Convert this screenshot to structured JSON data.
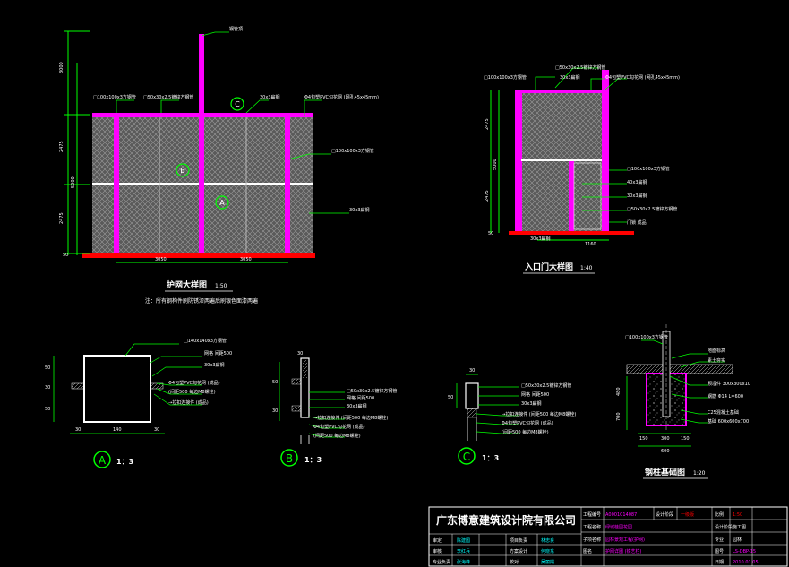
{
  "drawing": {
    "main_fence": {
      "title": "护网大样图",
      "scale": "1:50",
      "note": "注：所有钢构件刷防锈漆两遍后刷银色面漆两遍",
      "dims_left": [
        "3000",
        "2475",
        "5000",
        "2475",
        "50"
      ],
      "dims_bottom": [
        "3050",
        "3050"
      ],
      "labels": [
        "□100x100x3方钢管",
        "□50x30x2.5镀锌方钢管",
        "30x3扁钢",
        "Φ4包塑PVC勾花网 (网孔45x45mm)",
        "□100x100x3方钢管",
        "30x3扁钢",
        "钢管顶"
      ],
      "markers": [
        "C",
        "B",
        "A"
      ]
    },
    "gate": {
      "title": "入口门大样图",
      "scale": "1:40",
      "dims_left": [
        "2475",
        "5000",
        "2475",
        "50"
      ],
      "dim_bottom": "1160",
      "labels": [
        "□50x30x2.5镀锌方钢管",
        "□100x100x3方钢管",
        "30x3扁钢",
        "Φ4包塑PVC勾花网 (网孔45x45mm)",
        "□100x100x3方钢管",
        "40x3扁钢",
        "30x3扁钢",
        "□50x30x2.5镀锌方钢管",
        "门锁 成品",
        "30x3扁钢"
      ]
    },
    "detail_a": {
      "marker": "A",
      "scale": "1：3",
      "dims_bottom": [
        "30",
        "140",
        "30"
      ],
      "dims_left": [
        "50",
        "30",
        "50"
      ],
      "labels": [
        "□140x140x3方钢管",
        "网格 间距500",
        "30x3扁钢",
        "Φ4包塑PVC勾花网 (成品)",
        "(间距500 每边M8螺栓)",
        "→拉扣连接件 (成品)"
      ]
    },
    "detail_b": {
      "marker": "B",
      "scale": "1：3",
      "dims": [
        "30",
        "50",
        "30"
      ],
      "labels": [
        "□50x30x2.5镀锌方钢管",
        "网格 间距500",
        "30x3扁钢",
        "→拉扣连接件 (间距500 每边M8螺栓)",
        "Φ4包塑PVC勾花网 (成品)",
        "(间距500 每边M8螺栓)"
      ]
    },
    "detail_c": {
      "marker": "C",
      "scale": "1：3",
      "dims": [
        "30",
        "50"
      ],
      "labels": [
        "□50x30x2.5镀锌方钢管",
        "网格 间距500",
        "30x3扁钢",
        "→拉扣连接件 (间距500 每边M8螺栓)",
        "Φ4包塑PVC勾花网 (成品)",
        "(间距500 每边M8螺栓)"
      ]
    },
    "foundation": {
      "title": "钢柱基础图",
      "scale": "1:20",
      "dims_left": [
        "480",
        "700"
      ],
      "dims_bottom": [
        "150",
        "300",
        "150",
        "600"
      ],
      "labels": [
        "□100x100x3方钢管",
        "地面标高",
        "素土夯实",
        "预埋件 300x300x10",
        "钢筋 Φ14 L=600",
        "C25混凝土基础",
        "基础 600x600x700"
      ]
    },
    "title_block": {
      "company": "广东博意建筑设计院有限公司",
      "project_no_label": "工程编号",
      "project_no": "A0001014087",
      "stage_label": "设计阶段",
      "stage": "施工图",
      "project_label": "工程名称",
      "project_name": "绿城桂园花园",
      "sub_label": "子项名称",
      "sub_name": "园林景观工程(护网)",
      "drawing_label": "图名",
      "drawing_name": "护网详图 (铁艺栏)",
      "scale_label": "比例",
      "scale_value": "1:50",
      "discipline_label": "专业",
      "discipline": "园林",
      "sheet_label": "图号",
      "sheet": "LS-DBP-15",
      "date_label": "日期",
      "date": "2010.01.05",
      "roles": [
        "审定",
        "审核",
        "专业负责"
      ],
      "role_names": [
        "陈建国",
        "李红兵",
        "张海峰"
      ],
      "roles2": [
        "项目负责",
        "方案设计",
        "校对"
      ],
      "names2": [
        "林忠良",
        "何晓东",
        "吴丽娟"
      ],
      "header_extra": "一级版"
    }
  },
  "colors": {
    "background": "#000000",
    "magenta": "#ff00ff",
    "green": "#00ff00",
    "red": "#ff0000",
    "mesh": "#8a8a8a",
    "white": "#ffffff",
    "yellow": "#ffff00"
  }
}
